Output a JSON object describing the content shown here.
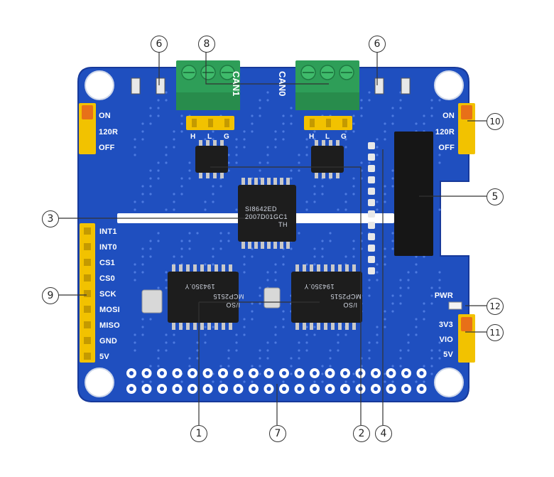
{
  "board": {
    "pcb_color": "#1f4fbf",
    "header_color": "#f2c200",
    "terminal_color": "#2e9e58"
  },
  "terminals": {
    "can1": "CAN1",
    "can0": "CAN0",
    "can1_pins": [
      "H",
      "L",
      "G"
    ],
    "can0_pins": [
      "H",
      "L",
      "G"
    ]
  },
  "jumpers": {
    "left": [
      "ON",
      "120R",
      "OFF"
    ],
    "right": [
      "ON",
      "120R",
      "OFF"
    ],
    "voltage": [
      "3V3",
      "VIO",
      "5V"
    ],
    "pwr": "PWR"
  },
  "spi_header": [
    "INT1",
    "INT0",
    "CS1",
    "CS0",
    "SCK",
    "MOSI",
    "MISO",
    "GND",
    "5V"
  ],
  "chips": {
    "isolator": [
      "SI8642ED",
      "2007D01GC1",
      "TH"
    ],
    "mcp_left": [
      "MCP2515",
      "I/SO",
      "194350.Y"
    ],
    "mcp_right": [
      "MCP2515",
      "I/SO",
      "194350.Y"
    ]
  },
  "callouts": [
    "1",
    "2",
    "3",
    "4",
    "5",
    "6",
    "6",
    "7",
    "8",
    "9",
    "10",
    "11",
    "12"
  ]
}
